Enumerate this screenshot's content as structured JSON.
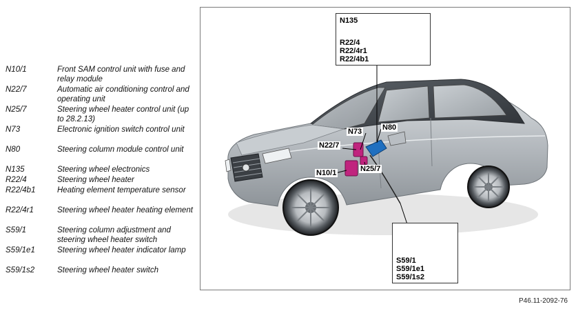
{
  "legend": [
    {
      "code": "N10/1",
      "desc": "Front SAM control unit with fuse and relay module"
    },
    {
      "code": "N22/7",
      "desc": "Automatic air conditioning control and operating unit"
    },
    {
      "code": "N25/7",
      "desc": "Steering wheel heater control unit (up to 28.2.13)"
    },
    {
      "code": "N73",
      "desc": "Electronic ignition switch control unit"
    },
    {
      "code": "N80",
      "desc": "Steering column module control unit"
    },
    {
      "code": "N135",
      "desc": "Steering wheel electronics"
    },
    {
      "code": "R22/4",
      "desc": "Steering wheel heater"
    },
    {
      "code": "R22/4b1",
      "desc": "Heating element temperature sensor"
    },
    {
      "code": "R22/4r1",
      "desc": "Steering wheel heater heating element"
    },
    {
      "code": "S59/1",
      "desc": "Steering column adjustment and steering wheel heater switch"
    },
    {
      "code": "S59/1e1",
      "desc": "Steering wheel heater indicator lamp"
    },
    {
      "code": "S59/1s2",
      "desc": "Steering wheel heater switch"
    }
  ],
  "diagram": {
    "steering_callout": {
      "top_label": "N135",
      "lines": [
        "R22/4",
        "R22/4r1",
        "R22/4b1"
      ]
    },
    "switch_callout": {
      "lines": [
        "S59/1",
        "S59/1e1",
        "S59/1s2"
      ]
    },
    "car_labels": {
      "n73": "N73",
      "n80": "N80",
      "n22_7": "N22/7",
      "n10_1": "N10/1",
      "n25_7": "N25/7"
    },
    "colors": {
      "car_body": "#b9bec3",
      "component_magenta": "#c0247e",
      "component_blue": "#1f6fc0"
    }
  },
  "figure_ref": "P46.11-2092-76"
}
